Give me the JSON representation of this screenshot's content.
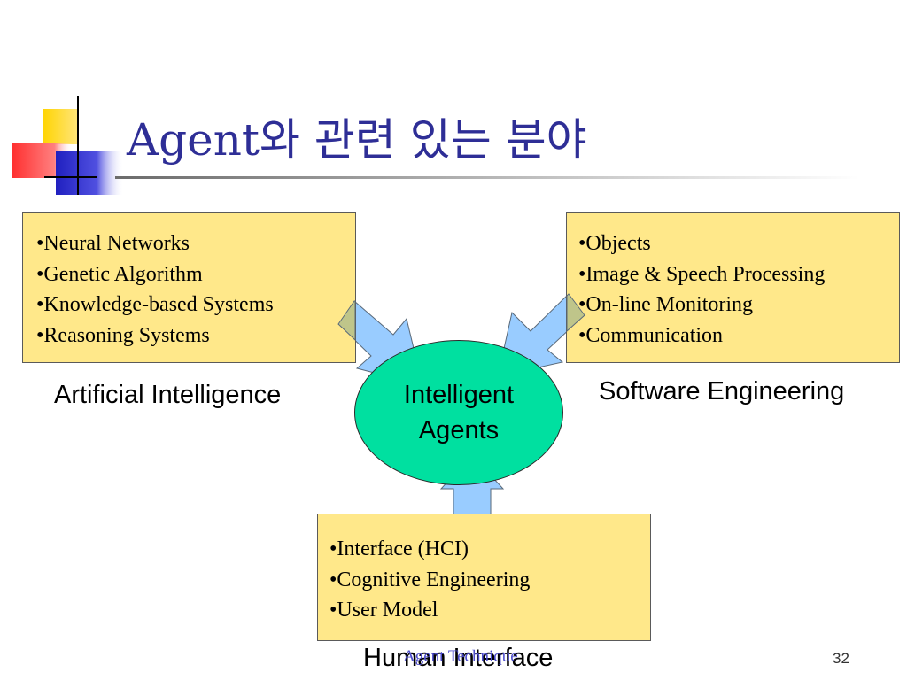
{
  "slide": {
    "title": "Agent와 관련 있는 분야",
    "center": {
      "line1": "Intelligent",
      "line2": "Agents"
    },
    "boxes": {
      "ai": {
        "items": [
          "Neural Networks",
          "Genetic Algorithm",
          "Knowledge-based Systems",
          "Reasoning Systems"
        ],
        "label": "Artificial Intelligence"
      },
      "se": {
        "items": [
          "Objects",
          "Image & Speech Processing",
          "On-line Monitoring",
          "Communication"
        ],
        "label": "Software Engineering"
      },
      "hi": {
        "items": [
          "Interface (HCI)",
          "Cognitive Engineering",
          "User Model"
        ],
        "label": "Human Interface"
      }
    },
    "footer": "Agent Technique",
    "page_number": "32"
  },
  "colors": {
    "title": "#2e2e96",
    "box_fill": "#ffe88a",
    "ellipse_fill": "#00e0a0",
    "arrow_fill": "#99ccff",
    "footer": "#4c4ccc"
  }
}
